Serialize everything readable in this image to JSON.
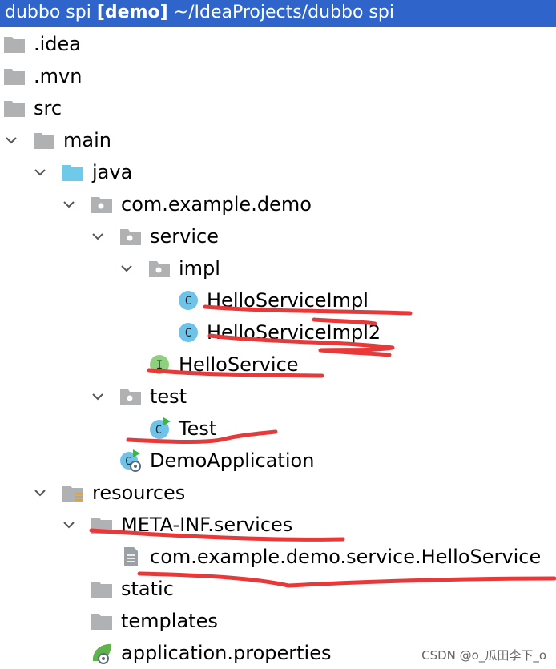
{
  "header": {
    "project": "dubbo spi",
    "module": "[demo]",
    "path": "~/IdeaProjects/dubbo spi"
  },
  "tree": [
    {
      "label": ".idea",
      "icon": "folder-icon"
    },
    {
      "label": ".mvn",
      "icon": "folder-icon"
    },
    {
      "label": "src",
      "icon": "folder-icon"
    },
    {
      "label": "main",
      "icon": "folder-icon",
      "expanded": true
    },
    {
      "label": "java",
      "icon": "source-folder-icon",
      "expanded": true
    },
    {
      "label": "com.example.demo",
      "icon": "package-icon",
      "expanded": true
    },
    {
      "label": "service",
      "icon": "package-icon",
      "expanded": true
    },
    {
      "label": "impl",
      "icon": "package-icon",
      "expanded": true
    },
    {
      "label": "HelloServiceImpl",
      "icon": "class-icon"
    },
    {
      "label": "HelloServiceImpl2",
      "icon": "class-icon"
    },
    {
      "label": "HelloService",
      "icon": "interface-icon"
    },
    {
      "label": "test",
      "icon": "package-icon",
      "expanded": true
    },
    {
      "label": "Test",
      "icon": "runnable-class-icon"
    },
    {
      "label": "DemoApplication",
      "icon": "spring-boot-class-icon"
    },
    {
      "label": "resources",
      "icon": "resources-folder-icon",
      "expanded": true
    },
    {
      "label": "META-INF.services",
      "icon": "folder-icon",
      "expanded": true
    },
    {
      "label": "com.example.demo.service.HelloService",
      "icon": "text-file-icon"
    },
    {
      "label": "static",
      "icon": "folder-icon"
    },
    {
      "label": "templates",
      "icon": "folder-icon"
    },
    {
      "label": "application.properties",
      "icon": "spring-properties-icon"
    }
  ],
  "colors": {
    "header_bg": "#2f65ca",
    "folder": "#afb1b3",
    "source_folder": "#6fcaea",
    "class_icon": "#6fc3e8",
    "interface_icon": "#8dd17d",
    "annotation_red": "#e8393a"
  },
  "watermark": "CSDN @o_瓜田李下_o"
}
